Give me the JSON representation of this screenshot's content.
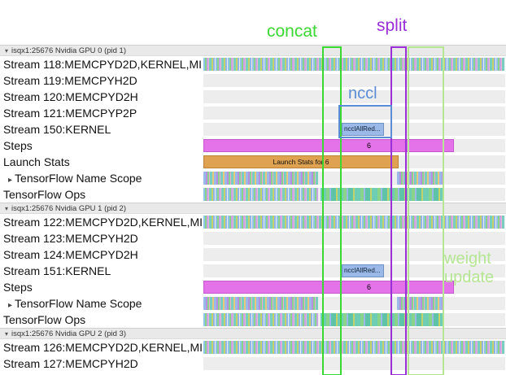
{
  "annotations": {
    "concat": {
      "text": "concat",
      "color": "#3bd733"
    },
    "split": {
      "text": "split",
      "color": "#9a2fd6"
    },
    "nccl": {
      "text": "nccl",
      "color": "#5b8dd6"
    },
    "weight_update": {
      "line1": "weight",
      "line2": "update",
      "color": "#b5e693"
    }
  },
  "icons": {
    "expanded_arrow": "▾",
    "collapsed_arrow": "▸"
  },
  "colors": {
    "steps_bar": "#e473ea",
    "launch_stats_bar": "#dfa251",
    "nccl_kernel_bar": "#9ab8e8",
    "header_bg": "#e9e9e9"
  },
  "groups": [
    {
      "header": "isqx1:25676 Nvidia GPU 0 (pid 1)",
      "rows": [
        {
          "label": "Stream 118:MEMCPYD2D,KERNEL,MI"
        },
        {
          "label": "Stream 119:MEMCPYH2D"
        },
        {
          "label": "Stream 120:MEMCPYD2H"
        },
        {
          "label": "Stream 121:MEMCPYP2P"
        },
        {
          "label": "Stream 150:KERNEL",
          "bar": "ncclAllRed..."
        },
        {
          "label": "Steps",
          "bar": "6"
        },
        {
          "label": "Launch Stats",
          "bar": "Launch Stats for 6"
        },
        {
          "label": "TensorFlow Name Scope"
        },
        {
          "label": "TensorFlow Ops"
        }
      ]
    },
    {
      "header": "isqx1:25676 Nvidia GPU 1 (pid 2)",
      "rows": [
        {
          "label": "Stream 122:MEMCPYD2D,KERNEL,MI"
        },
        {
          "label": "Stream 123:MEMCPYH2D"
        },
        {
          "label": "Stream 124:MEMCPYD2H"
        },
        {
          "label": "Stream 151:KERNEL",
          "bar": "ncclAllRed..."
        },
        {
          "label": "Steps",
          "bar": "6"
        },
        {
          "label": "TensorFlow Name Scope"
        },
        {
          "label": "TensorFlow Ops"
        }
      ]
    },
    {
      "header": "isqx1:25676 Nvidia GPU 2 (pid 3)",
      "rows": [
        {
          "label": "Stream 126:MEMCPYD2D,KERNEL,MI"
        },
        {
          "label": "Stream 127:MEMCPYH2D"
        }
      ]
    }
  ]
}
